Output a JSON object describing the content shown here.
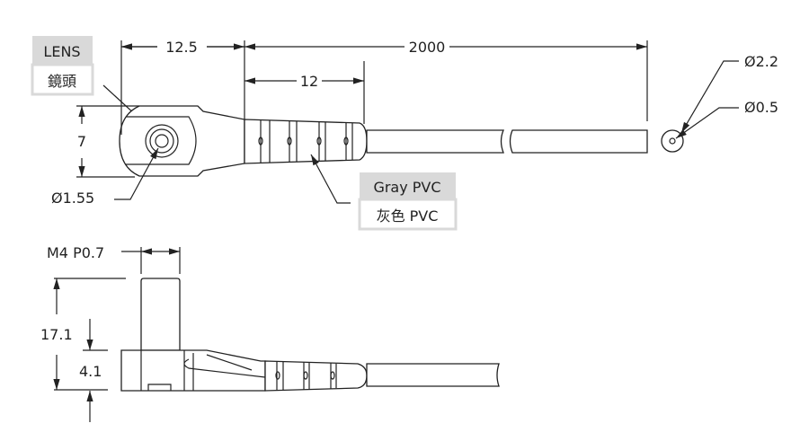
{
  "labels": {
    "lens_en": "LENS",
    "lens_zh": "鏡頭",
    "material_en": "Gray PVC",
    "material_zh": "灰色 PVC"
  },
  "dimensions": {
    "head_length": "12.5",
    "cable_length": "2000",
    "boot_length": "12",
    "head_height": "7",
    "lens_diameter": "Ø1.55",
    "cable_diameter": "Ø2.2",
    "core_diameter": "Ø0.5",
    "thread": "M4 P0.7",
    "total_height": "17.1",
    "body_thickness": "4.1"
  }
}
